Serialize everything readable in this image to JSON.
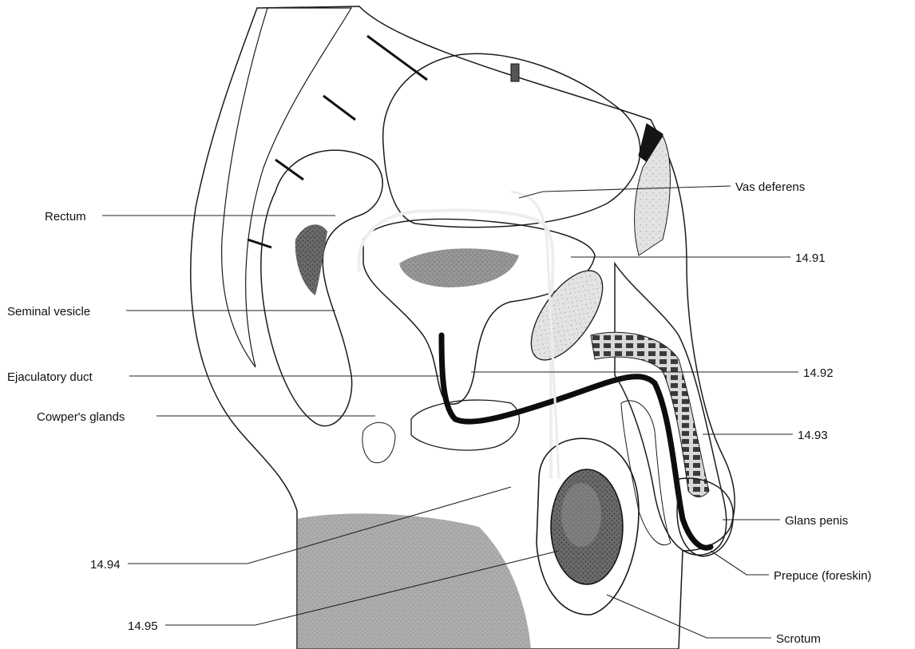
{
  "diagram": {
    "colors": {
      "background": "#ffffff",
      "stipple": "#6e6e6e",
      "dark_organ": "#1c1c1c",
      "light_tissue": "#d2d2d2",
      "line": "#1a1a1a"
    },
    "labels": {
      "rectum": "Rectum",
      "seminal_vesicle": "Seminal vesicle",
      "ejaculatory_duct": "Ejaculatory duct",
      "cowpers_glands": "Cowper's glands",
      "label_1494": "14.94",
      "label_1495": "14.95",
      "vas_deferens": "Vas deferens",
      "label_1491": "14.91",
      "label_1492": "14.92",
      "label_1493": "14.93",
      "glans_penis": "Glans penis",
      "prepuce": "Prepuce (foreskin)",
      "scrotum": "Scrotum"
    }
  }
}
